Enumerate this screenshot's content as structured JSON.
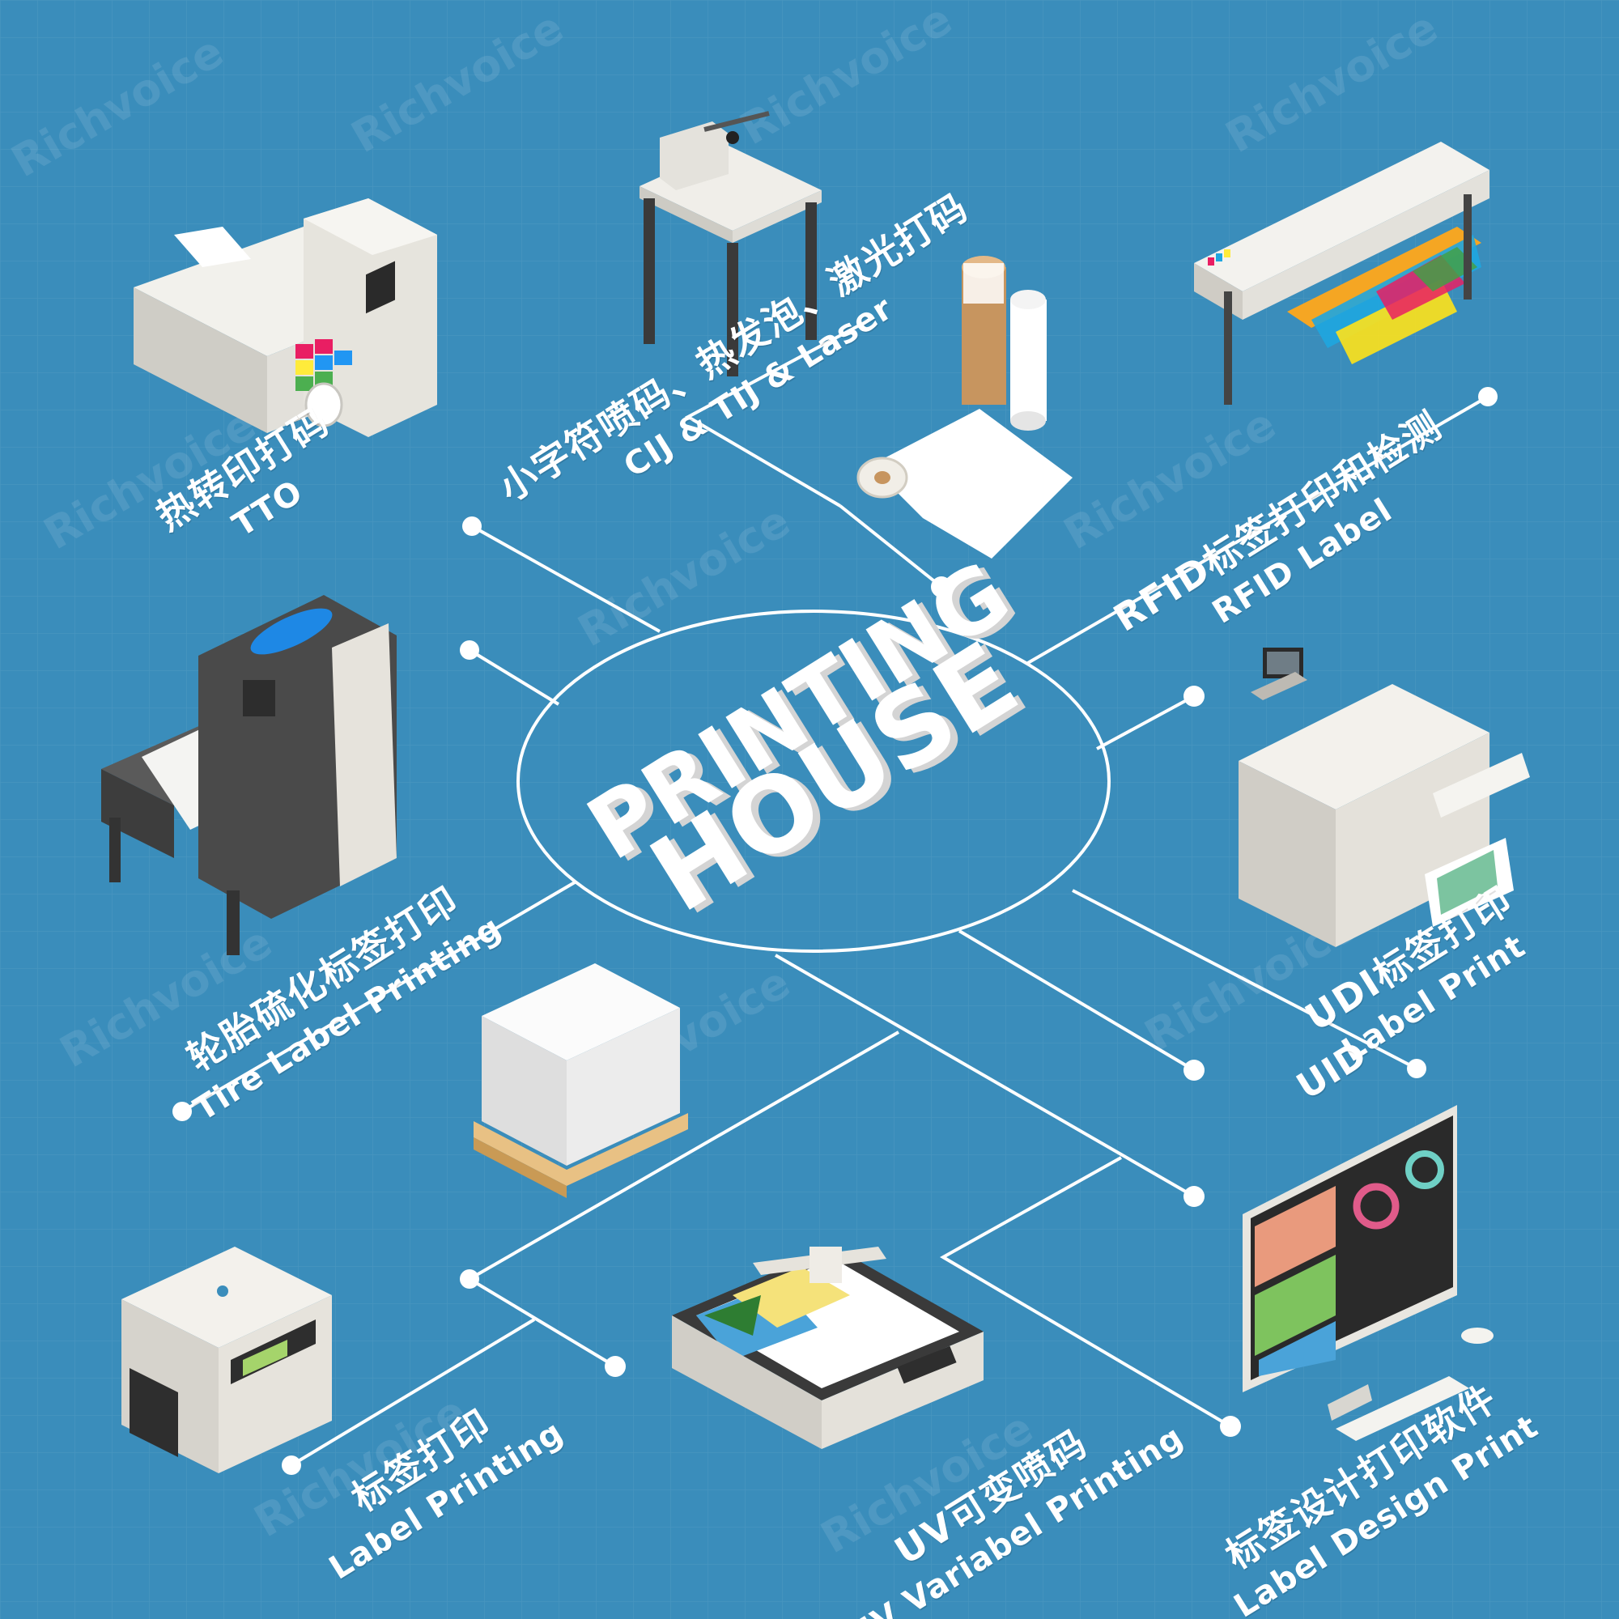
{
  "center": {
    "line1": "PRINTING",
    "line2": "HOUSE"
  },
  "watermark": "Richvoice",
  "labels": {
    "tto": {
      "zh": "热转印打码",
      "en": "TTO"
    },
    "cij": {
      "zh": "小字符喷码、热发泡、激光打码",
      "en": "CIJ & TIJ & Laser"
    },
    "rfid": {
      "zh": "RFID标签打印和检测",
      "en": "RFID Label"
    },
    "tire": {
      "zh": "轮胎硫化标签打印",
      "en": "Tire Label Printing"
    },
    "udi": {
      "zh": "UDI标签打印",
      "en": "Label Print",
      "prefix": "UID"
    },
    "label_printing": {
      "zh": "标签打印",
      "en": "Label Printing"
    },
    "uv": {
      "zh": "UV可变喷码",
      "en": "UV Variabel Printing"
    },
    "design": {
      "zh": "标签设计打印软件",
      "en": "Label Design Print"
    }
  },
  "colors": {
    "background": "#3a8dbb",
    "line": "#ffffff",
    "machine": "#e8e6e0"
  },
  "icons": [
    "tto-printer-icon",
    "paper-cutter-icon",
    "paper-rolls-icon",
    "wide-format-printer-icon",
    "offset-press-icon",
    "digital-press-icon",
    "paper-pallet-icon",
    "desktop-label-printer-icon",
    "uv-flatbed-printer-icon",
    "design-workstation-icon"
  ]
}
